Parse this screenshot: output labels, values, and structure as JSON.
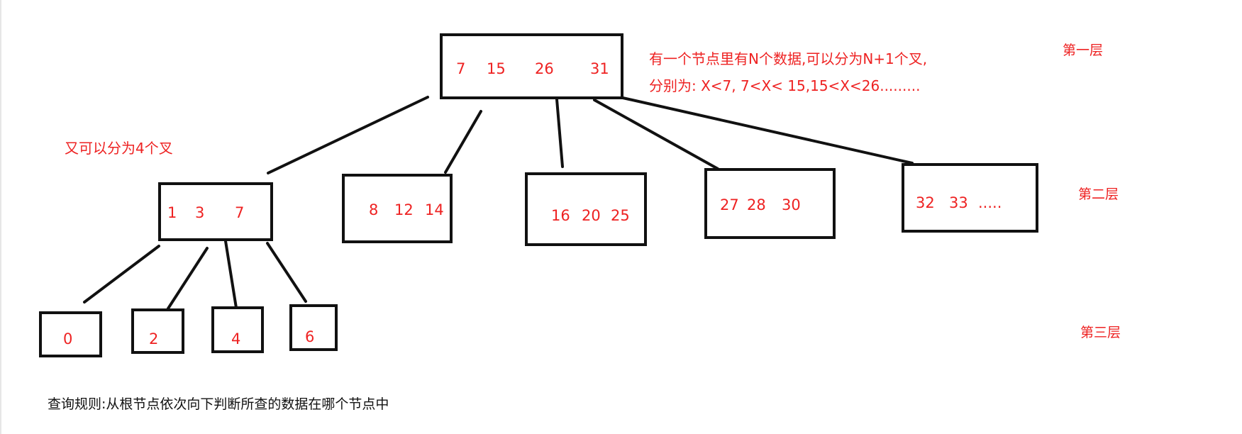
{
  "colors": {
    "box_border": "#111111",
    "edge": "#111111",
    "key_text": "#ee2222",
    "note_text": "#ee2222",
    "rule_text": "#111111"
  },
  "root": {
    "keys": [
      "7",
      "15",
      "26",
      "31"
    ]
  },
  "level2": [
    {
      "keys": [
        "1",
        "3",
        "7"
      ]
    },
    {
      "keys": [
        "8",
        "12",
        "14"
      ]
    },
    {
      "keys": [
        "16",
        "20",
        "25"
      ]
    },
    {
      "keys": [
        "27",
        "28",
        "30"
      ]
    },
    {
      "keys": [
        "32",
        "33",
        "....."
      ]
    }
  ],
  "level3": [
    {
      "keys": [
        "0"
      ]
    },
    {
      "keys": [
        "2"
      ]
    },
    {
      "keys": [
        "4"
      ]
    },
    {
      "keys": [
        "6"
      ]
    }
  ],
  "notes": {
    "root_line1": "有一个节点里有N个数据,可以分为N+1个叉,",
    "root_line2": "分别为: X<7, 7<X< 15,15<X<26.........",
    "child_note": "又可以分为4个叉"
  },
  "levels": {
    "first": "第一层",
    "second": "第二层",
    "third": "第三层"
  },
  "rule": "查询规则:从根节点依次向下判断所查的数据在哪个节点中"
}
